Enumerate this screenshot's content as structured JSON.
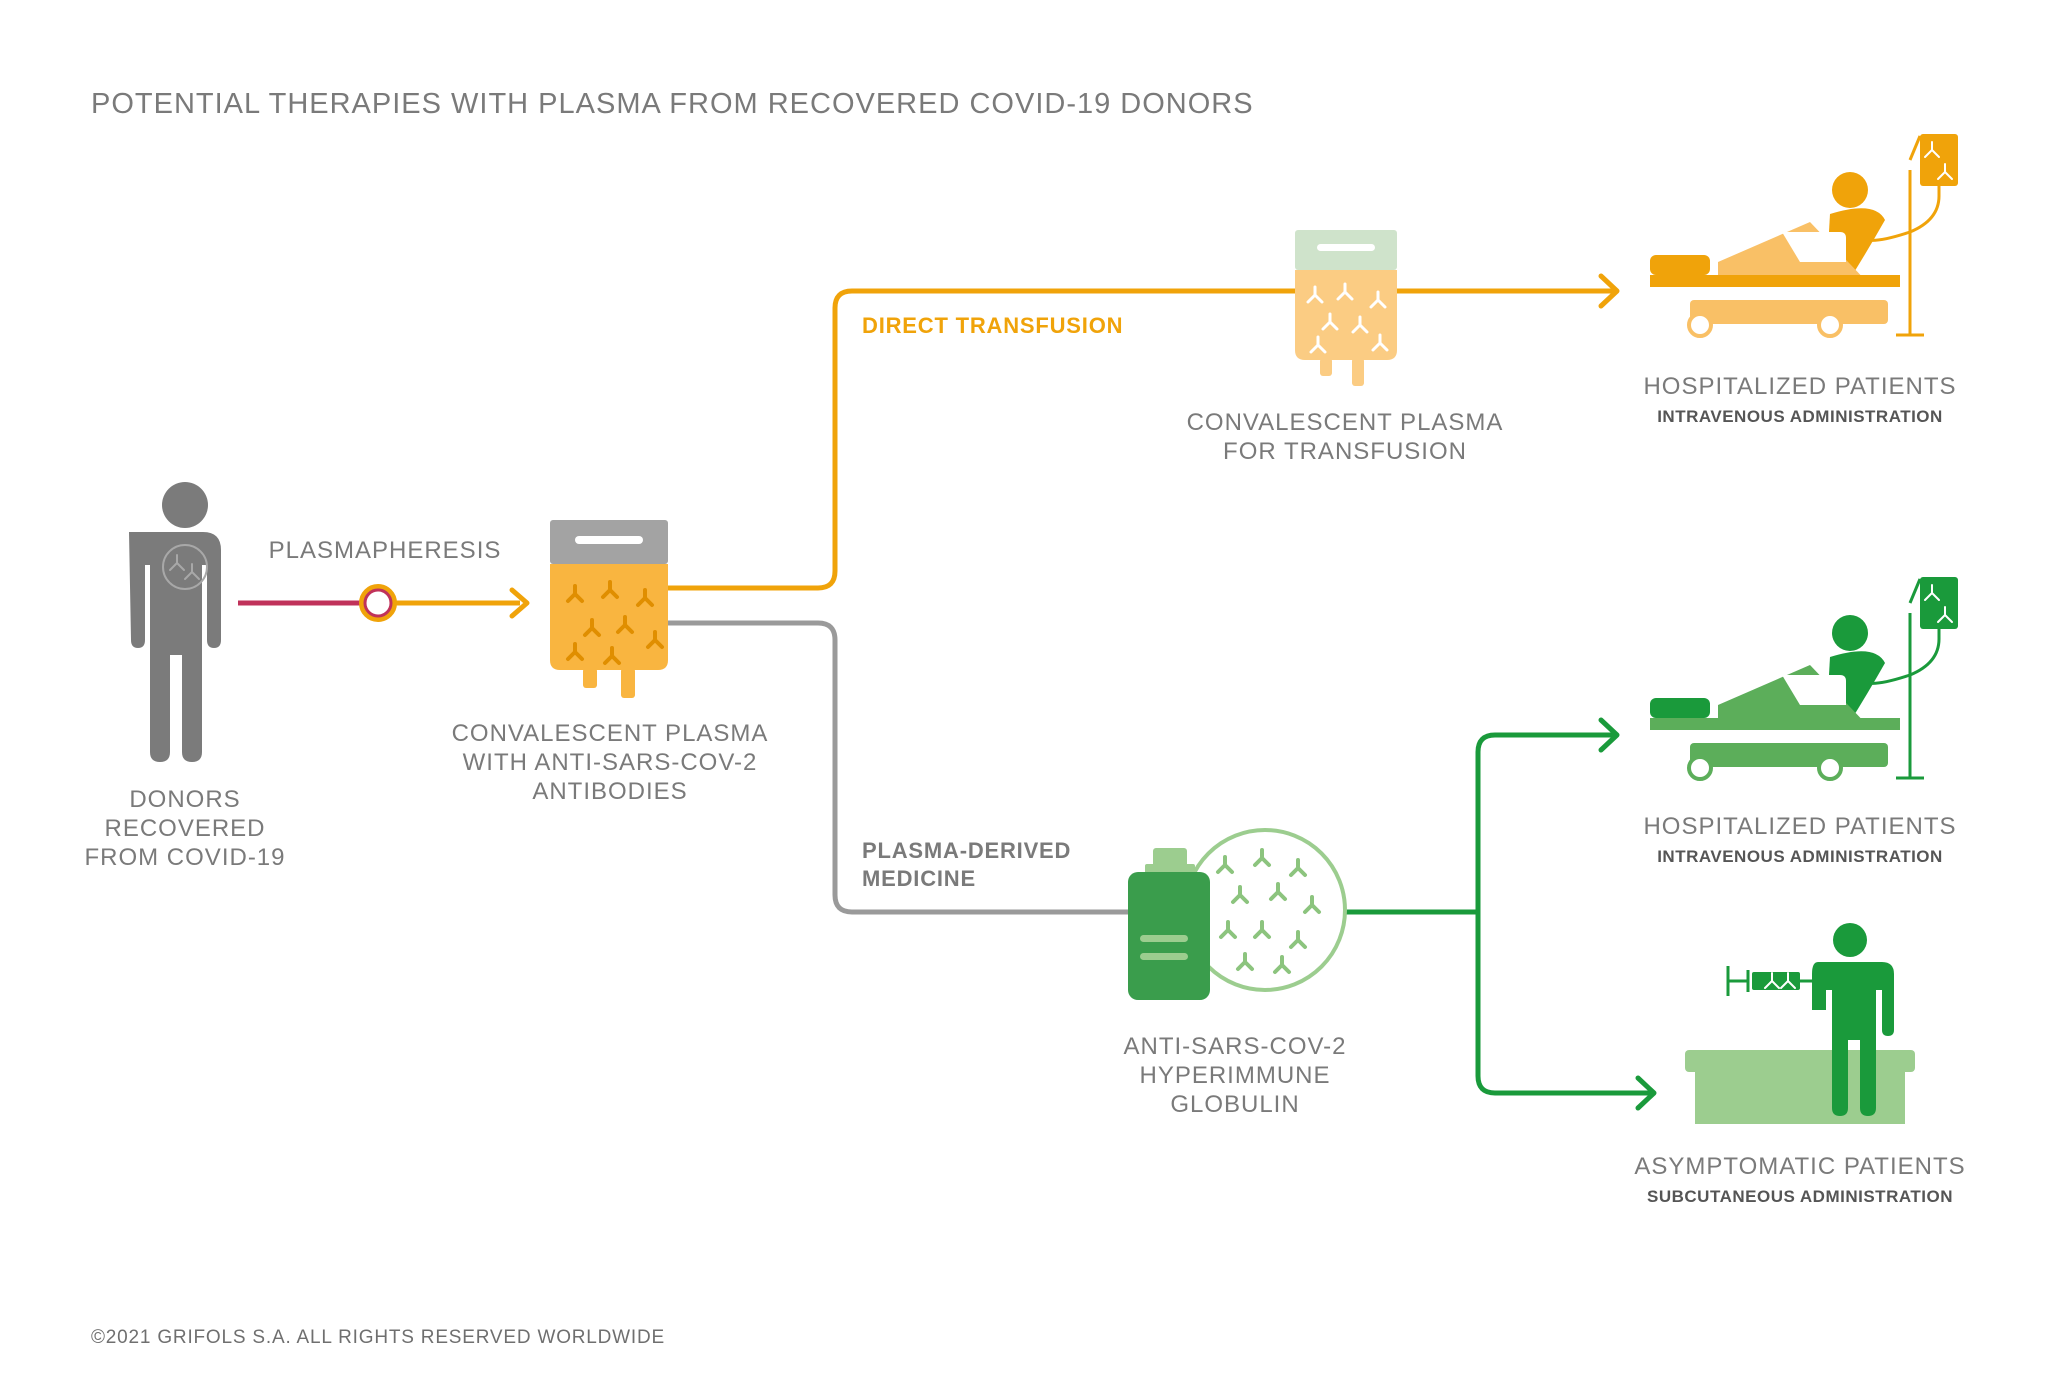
{
  "title": "POTENTIAL THERAPIES WITH PLASMA FROM RECOVERED COVID-19 DONORS",
  "footer": "©2021 GRIFOLS S.A. ALL RIGHTS RESERVED WORLDWIDE",
  "colors": {
    "orange": "#f0a30a",
    "orange_light": "#f9c066",
    "orange_pale": "#fad9a1",
    "green": "#1a9a3b",
    "green_mid": "#5cae5a",
    "green_light": "#9ccd8f",
    "gray": "#7a7a7a",
    "gray_line": "#9a9a9a",
    "crimson": "#c0325a",
    "cap_green": "#cfe3cb"
  },
  "donors": {
    "line1": "DONORS",
    "line2": "RECOVERED",
    "line3": "FROM COVID-19",
    "icon": "donor-person-icon"
  },
  "plasmapheresis": {
    "label": "PLASMAPHERESIS",
    "icon": "plasmapheresis-node-icon"
  },
  "convalescent_plasma": {
    "line1": "CONVALESCENT PLASMA",
    "line2": "WITH ANTI-SARS-COV-2",
    "line3": "ANTIBODIES",
    "icon": "plasma-bag-icon"
  },
  "routes": {
    "direct": {
      "label": "DIRECT TRANSFUSION"
    },
    "derived": {
      "line1": "PLASMA-DERIVED",
      "line2": "MEDICINE"
    }
  },
  "transfusion_plasma": {
    "line1": "CONVALESCENT PLASMA",
    "line2": "FOR TRANSFUSION",
    "icon": "transfusion-bag-icon"
  },
  "hyperimmune": {
    "line1": "ANTI-SARS-COV-2",
    "line2": "HYPERIMMUNE",
    "line3": "GLOBULIN",
    "icon": "hyperimmune-vial-icon"
  },
  "outcomes": [
    {
      "title": "HOSPITALIZED PATIENTS",
      "subtitle": "INTRAVENOUS ADMINISTRATION",
      "icon": "hospital-bed-icon"
    },
    {
      "title": "HOSPITALIZED PATIENTS",
      "subtitle": "INTRAVENOUS ADMINISTRATION",
      "icon": "hospital-bed-icon"
    },
    {
      "title": "ASYMPTOMATIC PATIENTS",
      "subtitle": "SUBCUTANEOUS ADMINISTRATION",
      "icon": "injection-patient-icon"
    }
  ]
}
